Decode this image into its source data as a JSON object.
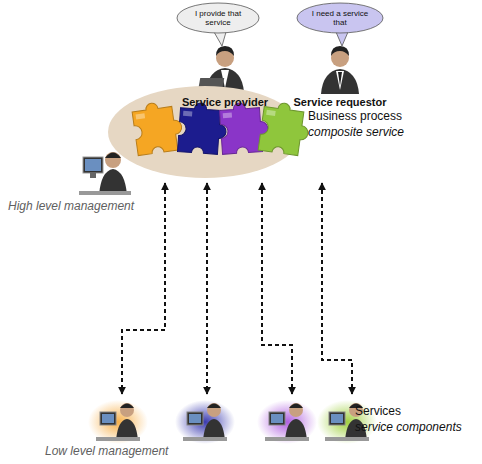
{
  "diagram": {
    "nodes": [
      {
        "text": [
          "I provide that service"
        ]
      },
      {
        "text": [
          "I need a service that"
        ]
      },
      {
        "text": [
          "Business process",
          "composite service"
        ]
      },
      {
        "text": [
          "Services",
          "service components"
        ]
      }
    ],
    "edges": [
      {
        "from": 2,
        "to": 3,
        "arrow": "both"
      },
      {
        "from": 2,
        "to": 3,
        "arrow": "both"
      },
      {
        "from": 2,
        "to": 3,
        "arrow": "both"
      },
      {
        "from": 2,
        "to": 3,
        "arrow": "both"
      }
    ],
    "labels": [
      "Service provider",
      "Service requestor",
      "High level management",
      "Low level management"
    ]
  }
}
